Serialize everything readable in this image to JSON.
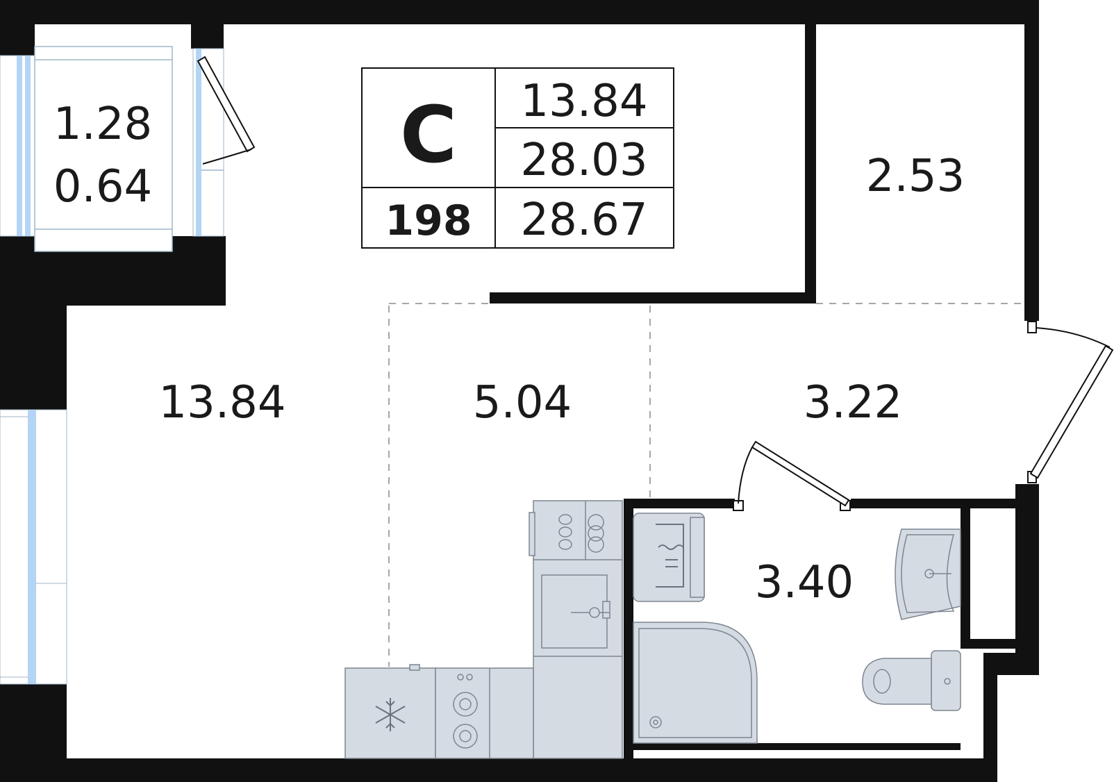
{
  "legend": {
    "type_letter": "С",
    "apartment_number": "198",
    "living_area": "13.84",
    "area_without_balcony": "28.03",
    "total_area": "28.67"
  },
  "rooms": {
    "balcony_area": "1.28",
    "balcony_area_reduced": "0.64",
    "storage_area": "2.53",
    "living_room_area": "13.84",
    "kitchen_area": "5.04",
    "hallway_area": "3.22",
    "bathroom_area": "3.40"
  },
  "colors": {
    "wall": "#111111",
    "window_glass": "#b3d4f5",
    "fixture_fill": "#d5dbe3",
    "fixture_stroke": "#7d8590"
  },
  "icons": [
    "snowflake-icon",
    "stove-icon",
    "sink-icon",
    "washing-machine-icon",
    "shower-icon",
    "toilet-icon",
    "washbasin-icon"
  ]
}
